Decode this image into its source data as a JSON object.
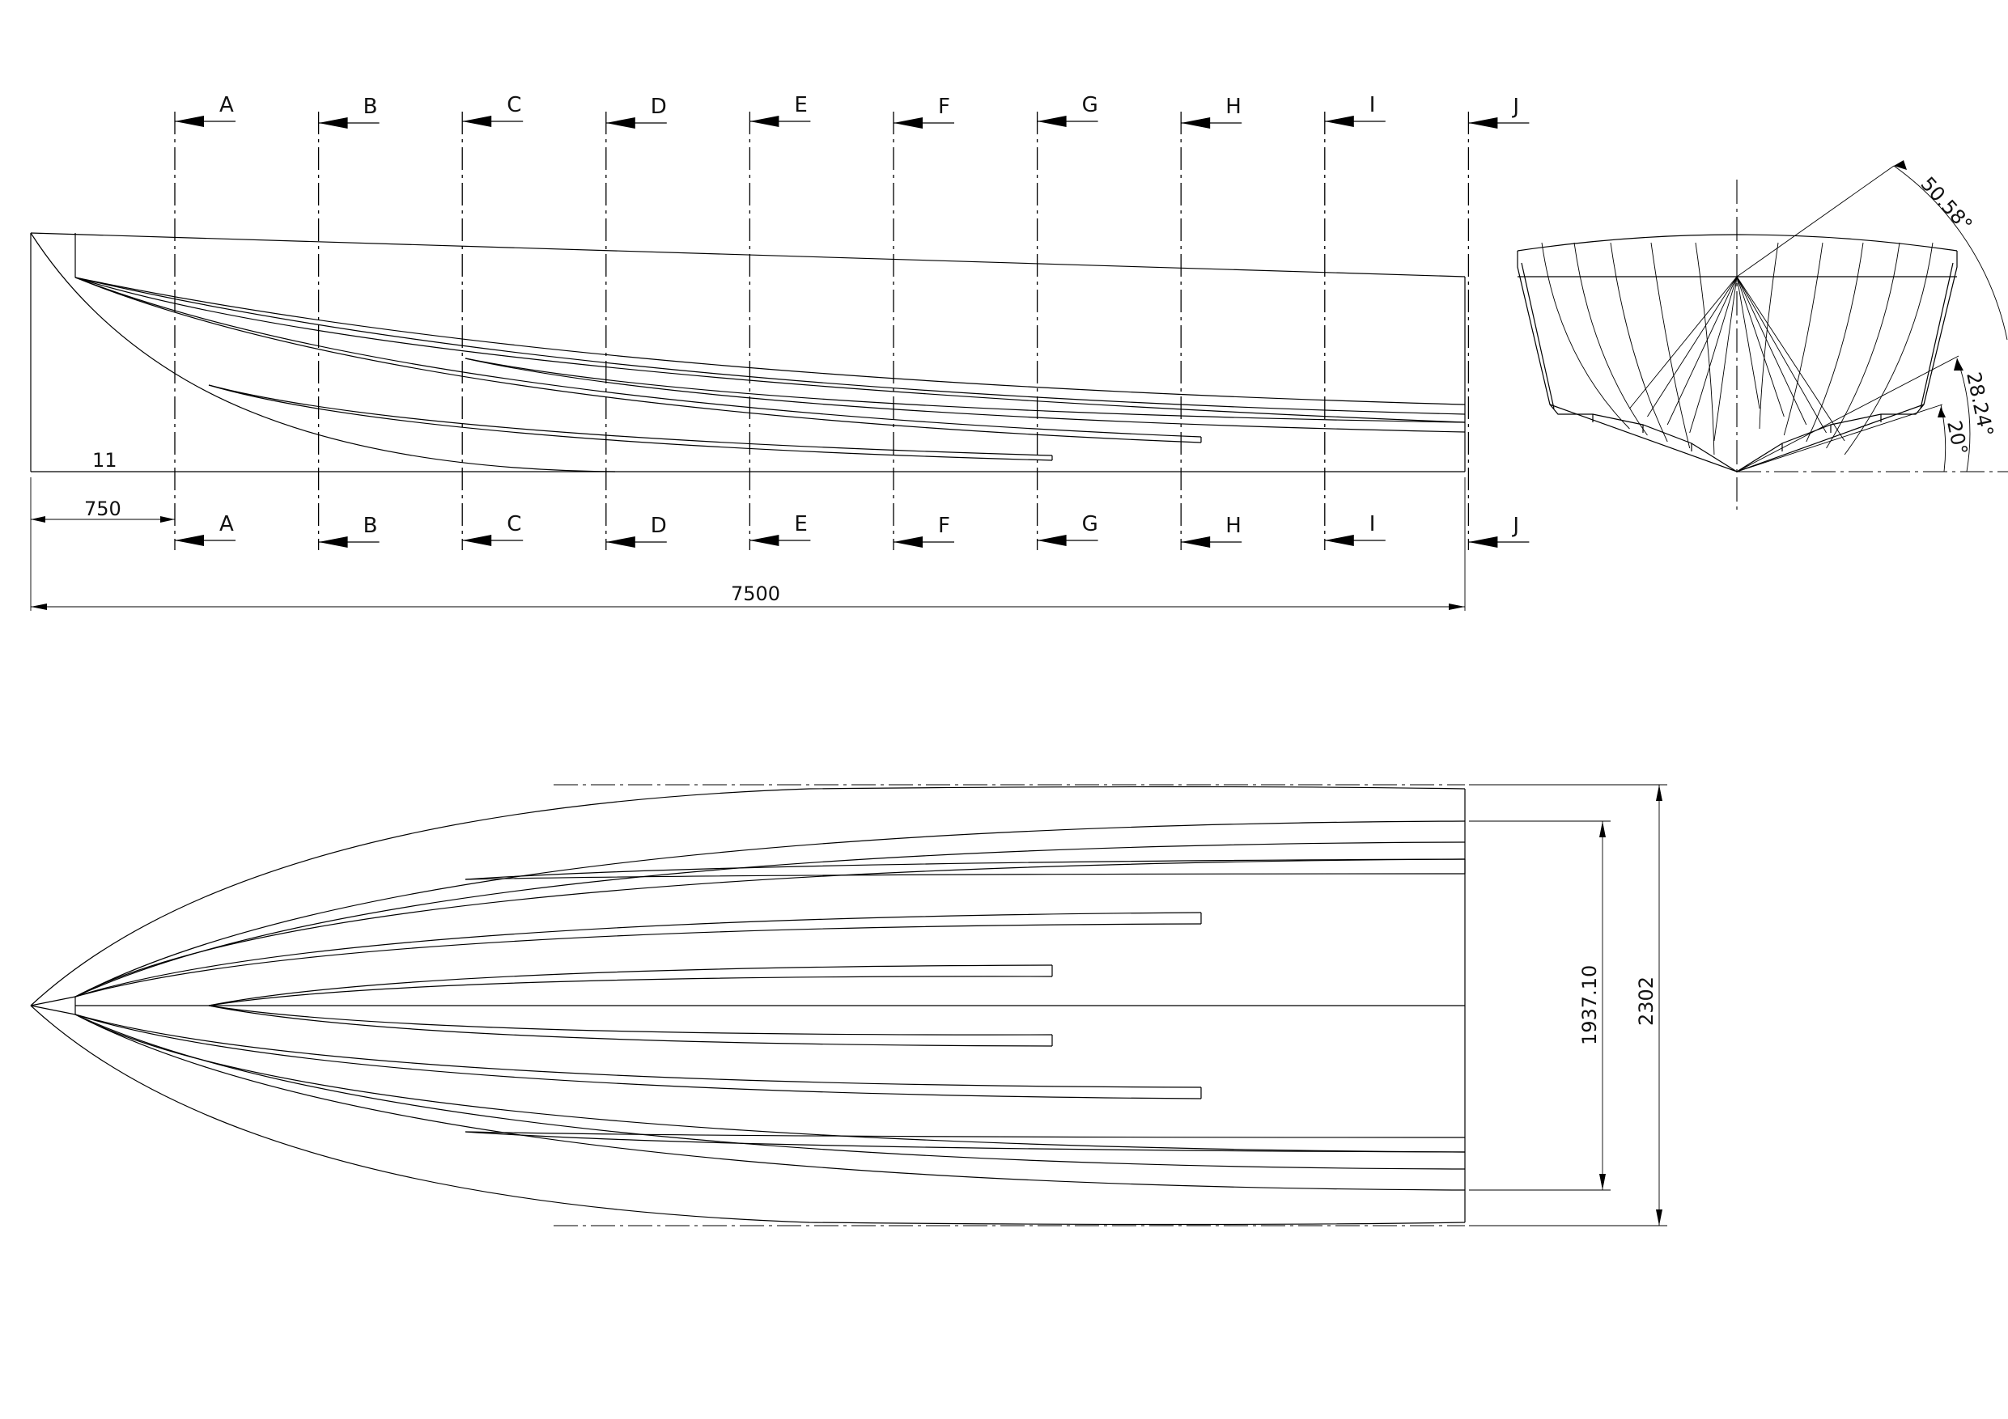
{
  "title": "",
  "section_labels": [
    "A",
    "B",
    "C",
    "D",
    "E",
    "F",
    "G",
    "H",
    "I",
    "J"
  ],
  "dimensions": {
    "station_spacing": "750",
    "overall_length": "7500",
    "waterline_label": "11",
    "chine_beam": "1937.10",
    "overall_beam": "2302"
  },
  "angles": {
    "flare": "50.58°",
    "strake": "28.24°",
    "deadrise": "20°"
  },
  "colors": {
    "line": "#000000",
    "background": "#ffffff"
  }
}
